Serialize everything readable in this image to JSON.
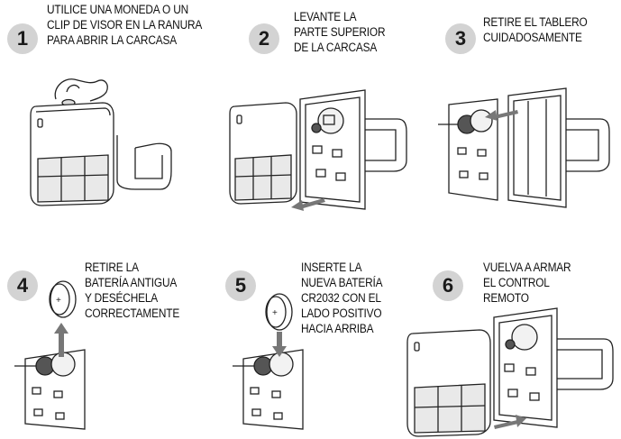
{
  "steps": [
    {
      "number": "1",
      "lines": [
        "UTILICE UNA MONEDA O UN",
        "CLIP DE VISOR EN LA RANURA",
        "PARA ABRIR LA CARCASA"
      ]
    },
    {
      "number": "2",
      "lines": [
        "LEVANTE LA",
        "PARTE SUPERIOR",
        "DE LA CARCASA"
      ]
    },
    {
      "number": "3",
      "lines": [
        "RETIRE EL TABLERO",
        "CUIDADOSAMENTE"
      ]
    },
    {
      "number": "4",
      "lines": [
        "RETIRE LA",
        "BATERÍA ANTIGUA",
        "Y DESÉCHELA",
        "CORRECTAMENTE"
      ]
    },
    {
      "number": "5",
      "lines": [
        "INSERTE LA",
        "NUEVA BATERÍA",
        "CR2032 CON EL",
        "LADO POSITIVO",
        "HACIA ARRIBA"
      ]
    },
    {
      "number": "6",
      "lines": [
        "VUELVA A ARMAR",
        "EL CONTROL",
        "REMOTO"
      ]
    }
  ],
  "battery_symbol": "+",
  "colors": {
    "badge": "#d3d3d3",
    "arrow": "#777777",
    "line": "#222222"
  }
}
